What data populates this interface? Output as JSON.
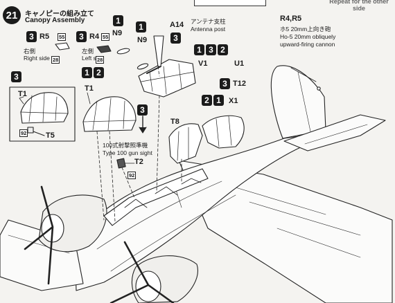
{
  "step": {
    "number": "21",
    "title_jp": "キャノピーの組み立て",
    "title_en": "Canopy Assembly"
  },
  "top_note": "Repeat for the other side",
  "parts": {
    "r5": "R5",
    "r5_tag": "55",
    "r5_jp": "右側",
    "r5_en": "Right side",
    "r5_dec": "28",
    "r4": "R4",
    "r4_tag": "55",
    "r4_jp": "左側",
    "r4_en": "Left side",
    "r4_dec": "28",
    "n9a": "N9",
    "n9b": "N9",
    "a14": "A14",
    "a14_jp": "アンテナ支柱",
    "a14_en": "Antenna post",
    "v1": "V1",
    "u1": "U1",
    "t12": "T12",
    "x1": "X1",
    "t8": "T8",
    "t1_box": "T1",
    "t5": "T5",
    "t5_dec": "92",
    "t1": "T1",
    "t2": "T2",
    "t2_dec": "92",
    "sight_jp": "100式射撃照準機",
    "sight_en": "Type 100 gun sight",
    "r45": "R4,R5",
    "r45_jp": "ホ5 20mm上向き砲",
    "r45_en1": "Ho-5 20mm obliquely",
    "r45_en2": "upward-firing cannon"
  },
  "order": {
    "r5": [
      "3"
    ],
    "r4": [
      "3"
    ],
    "n9a": [
      "1"
    ],
    "n9b": [
      "1"
    ],
    "a14": [
      "3"
    ],
    "v1": [
      "1",
      "3",
      "2"
    ],
    "t12": [
      "3"
    ],
    "x1": [
      "2",
      "1"
    ],
    "box": [
      "3"
    ],
    "t1": [
      "1",
      "2"
    ],
    "sight": [
      "3"
    ]
  }
}
